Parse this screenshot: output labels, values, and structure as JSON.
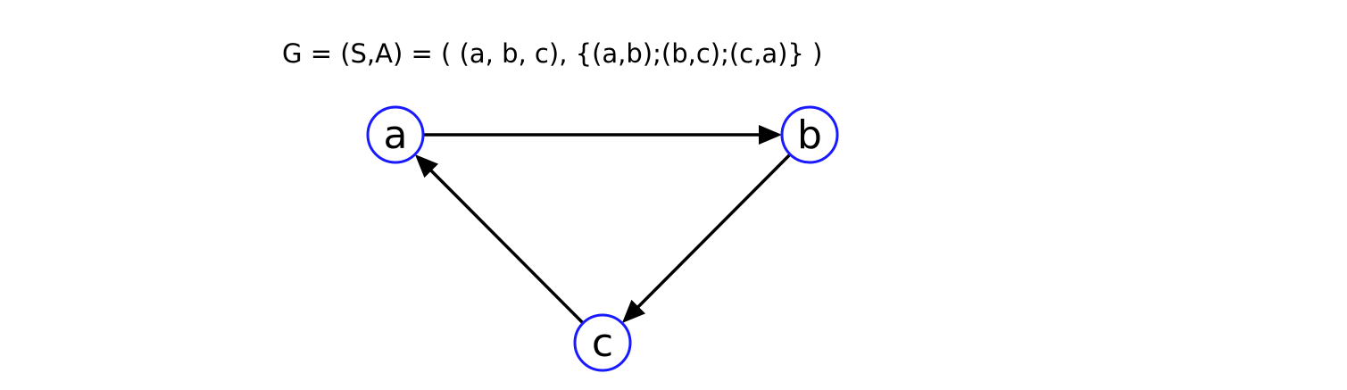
{
  "formula": "G = (S,A) = ( (a, b, c), {(a,b);(b,c);(c,a)} )",
  "colors": {
    "node_border": "#1a1aff",
    "edge": "#000000",
    "text": "#000000"
  },
  "nodes": [
    {
      "id": "a",
      "label": "a"
    },
    {
      "id": "b",
      "label": "b"
    },
    {
      "id": "c",
      "label": "c"
    }
  ],
  "edges": [
    {
      "from": "a",
      "to": "b"
    },
    {
      "from": "b",
      "to": "c"
    },
    {
      "from": "c",
      "to": "a"
    }
  ]
}
